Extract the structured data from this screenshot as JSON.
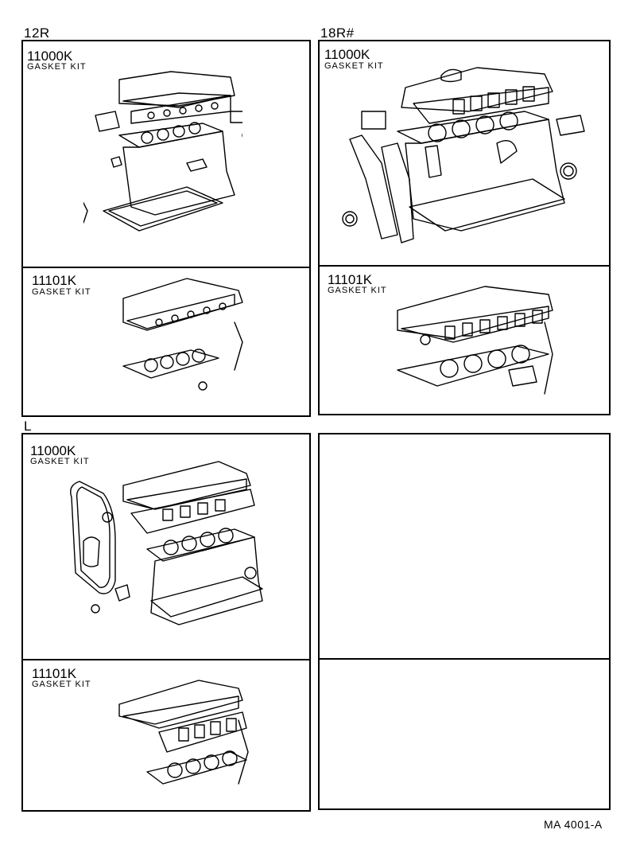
{
  "sections": {
    "r12": {
      "label": "12R",
      "panels": [
        {
          "part_number": "11000K",
          "part_name": "GASKET KIT",
          "art": "full-engine-gasket-set"
        },
        {
          "part_number": "11101K",
          "part_name": "GASKET KIT",
          "art": "head-gasket-set"
        }
      ]
    },
    "r18": {
      "label": "18R#",
      "panels": [
        {
          "part_number": "11000K",
          "part_name": "GASKET KIT",
          "art": "full-engine-gasket-set"
        },
        {
          "part_number": "11101K",
          "part_name": "GASKET KIT",
          "art": "head-gasket-set"
        }
      ]
    },
    "l": {
      "label": "L",
      "panels": [
        {
          "part_number": "11000K",
          "part_name": "GASKET KIT",
          "art": "full-engine-gasket-set"
        },
        {
          "part_number": "11101K",
          "part_name": "GASKET KIT",
          "art": "head-gasket-set"
        }
      ]
    },
    "blank": {
      "panels": [
        {},
        {}
      ]
    }
  },
  "footer": {
    "code": "MA 4001-A"
  },
  "colors": {
    "line": "#000000",
    "background": "#ffffff"
  }
}
